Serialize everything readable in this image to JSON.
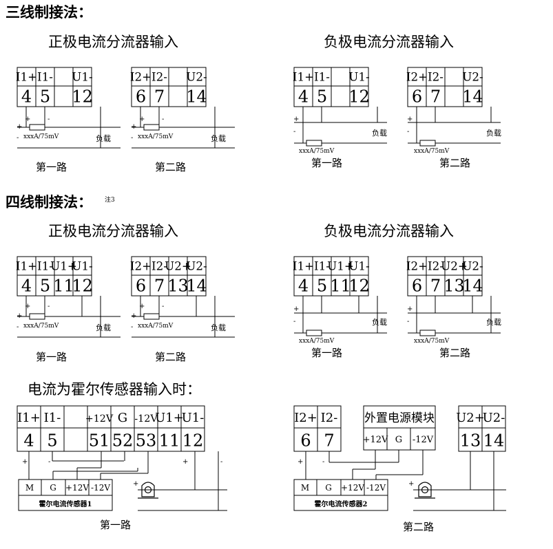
{
  "sections": {
    "three_wire": {
      "title": "三线制接法："
    },
    "four_wire": {
      "title": "四线制接法：",
      "note": "注3"
    },
    "hall": {
      "title": "电流为霍尔传感器输入时："
    }
  },
  "subtitles": {
    "positive": "正极电流分流器输入",
    "negative": "负极电流分流器输入"
  },
  "terminals": {
    "three_ch1": {
      "heads": [
        "I1+",
        "I1-",
        "",
        "U1-"
      ],
      "nums": [
        "4",
        "5",
        "",
        "12"
      ]
    },
    "three_ch2": {
      "heads": [
        "I2+",
        "I2-",
        "",
        "U2-"
      ],
      "nums": [
        "6",
        "7",
        "",
        "14"
      ]
    },
    "four_ch1": {
      "heads": [
        "I1+",
        "I1-",
        "U1+",
        "U1-"
      ],
      "nums": [
        "4",
        "5",
        "11",
        "12"
      ]
    },
    "four_ch2": {
      "heads": [
        "I2+",
        "I2-",
        "U2+",
        "U2-"
      ],
      "nums": [
        "6",
        "7",
        "13",
        "14"
      ]
    },
    "hall_ch1": {
      "heads": [
        "I1+",
        "I1-",
        "",
        "+12V",
        "G",
        "-12V",
        "U1+",
        "U1-"
      ],
      "nums": [
        "4",
        "5",
        "",
        "51",
        "52",
        "53",
        "11",
        "12"
      ]
    },
    "hall_ch2_left": {
      "heads": [
        "I2+",
        "I2-"
      ],
      "nums": [
        "6",
        "7"
      ]
    },
    "hall_ch2_right": {
      "heads": [
        "U2+",
        "U2-"
      ],
      "nums": [
        "13",
        "14"
      ]
    }
  },
  "labels": {
    "shunt": "xxxA/75mV",
    "load": "负载",
    "plus": "+",
    "minus": "-",
    "ch1": "第一路",
    "ch2": "第二路"
  },
  "hall": {
    "power_module_title": "外置电源模块",
    "power_module_pins": [
      "+12V",
      "G",
      "-12V"
    ],
    "sensor_pins": [
      "M",
      "G",
      "+12V",
      "-12V"
    ],
    "sensor1_name": "霍尔电流传感器1",
    "sensor2_name": "霍尔电流传感器2"
  }
}
